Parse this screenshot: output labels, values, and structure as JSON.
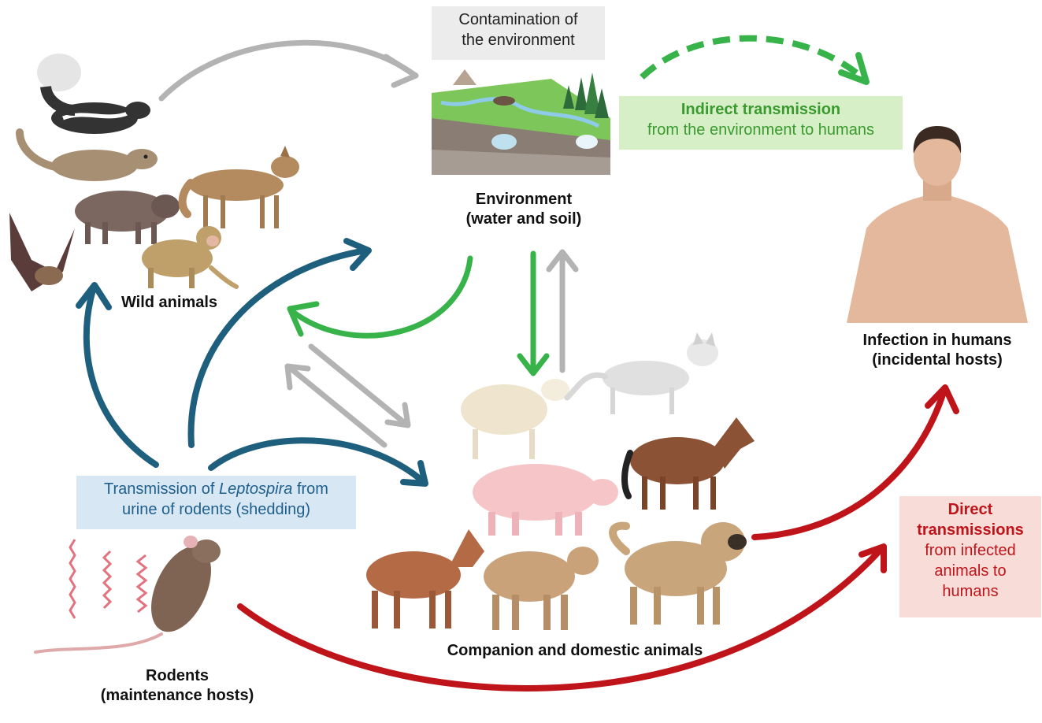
{
  "labels": {
    "contamination_line1": "Contamination of",
    "contamination_line2": "the environment",
    "environment_line1": "Environment",
    "environment_line2": "(water and soil)",
    "indirect_bold": "Indirect transmission",
    "indirect_rest": "from the environment to humans",
    "wild_animals": "Wild animals",
    "humans_line1": "Infection in humans",
    "humans_line2": "(incidental hosts)",
    "shedding_pre": "Transmission of ",
    "shedding_italic": "Leptospira",
    "shedding_post": " from",
    "shedding_line2": "urine of rodents (shedding)",
    "direct_bold_1": "Direct",
    "direct_bold_2": "transmissions",
    "direct_rest_1": "from infected",
    "direct_rest_2": "animals to",
    "direct_rest_3": "humans",
    "companion": "Companion and domestic animals",
    "rodents_line1": "Rodents",
    "rodents_line2": "(maintenance hosts)"
  },
  "colors": {
    "green": "#37b34a",
    "grey": "#b3b3b3",
    "blue": "#1f5f7e",
    "red": "#c0141b"
  },
  "icons": {
    "skunk": "skunk-icon",
    "mongoose": "mongoose-icon",
    "bat": "bat-icon",
    "boar": "warthog-icon",
    "coyote": "coyote-icon",
    "monkey": "monkey-icon",
    "landscape": "landscape-icon",
    "human": "human-icon",
    "sheep": "sheep-icon",
    "cat": "cat-icon",
    "pig": "pig-icon",
    "horse": "horse-icon",
    "goat": "goat-icon",
    "cow": "calf-icon",
    "dog": "dog-icon",
    "rat": "rat-icon",
    "bacteria": "leptospira-icon"
  }
}
